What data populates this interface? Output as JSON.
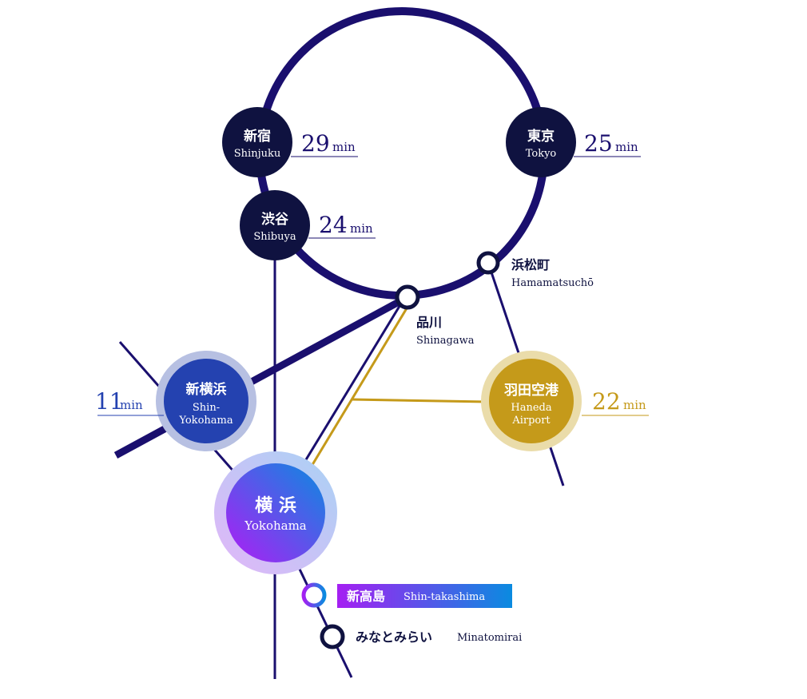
{
  "colors": {
    "line": "#1a0f6e",
    "station": "#0f1240",
    "gold": "#c59a1a",
    "shinyoko": "#2442b0",
    "purple": "#a020f0",
    "blue": "#0a8be0"
  },
  "stations": {
    "shinjuku": {
      "jp": "新宿",
      "en": "Shinjuku",
      "time": "29",
      "unit": "min"
    },
    "tokyo": {
      "jp": "東京",
      "en": "Tokyo",
      "time": "25",
      "unit": "min"
    },
    "shibuya": {
      "jp": "渋谷",
      "en": "Shibuya",
      "time": "24",
      "unit": "min"
    },
    "hamamatsucho": {
      "jp": "浜松町",
      "en": "Hamamatsuchō"
    },
    "shinagawa": {
      "jp": "品川",
      "en": "Shinagawa"
    },
    "shinyokohama": {
      "jp": "新横浜",
      "en1": "Shin-",
      "en2": "Yokohama",
      "time": "11",
      "unit": "min"
    },
    "haneda": {
      "jp": "羽田空港",
      "en1": "Haneda",
      "en2": "Airport",
      "time": "22",
      "unit": "min"
    },
    "yokohama": {
      "jp": "横 浜",
      "en": "Yokohama"
    },
    "shintakashima": {
      "jp": "新高島",
      "en": "Shin-takashima"
    },
    "minatomirai": {
      "jp": "みなとみらい",
      "en": "Minatomirai"
    }
  }
}
